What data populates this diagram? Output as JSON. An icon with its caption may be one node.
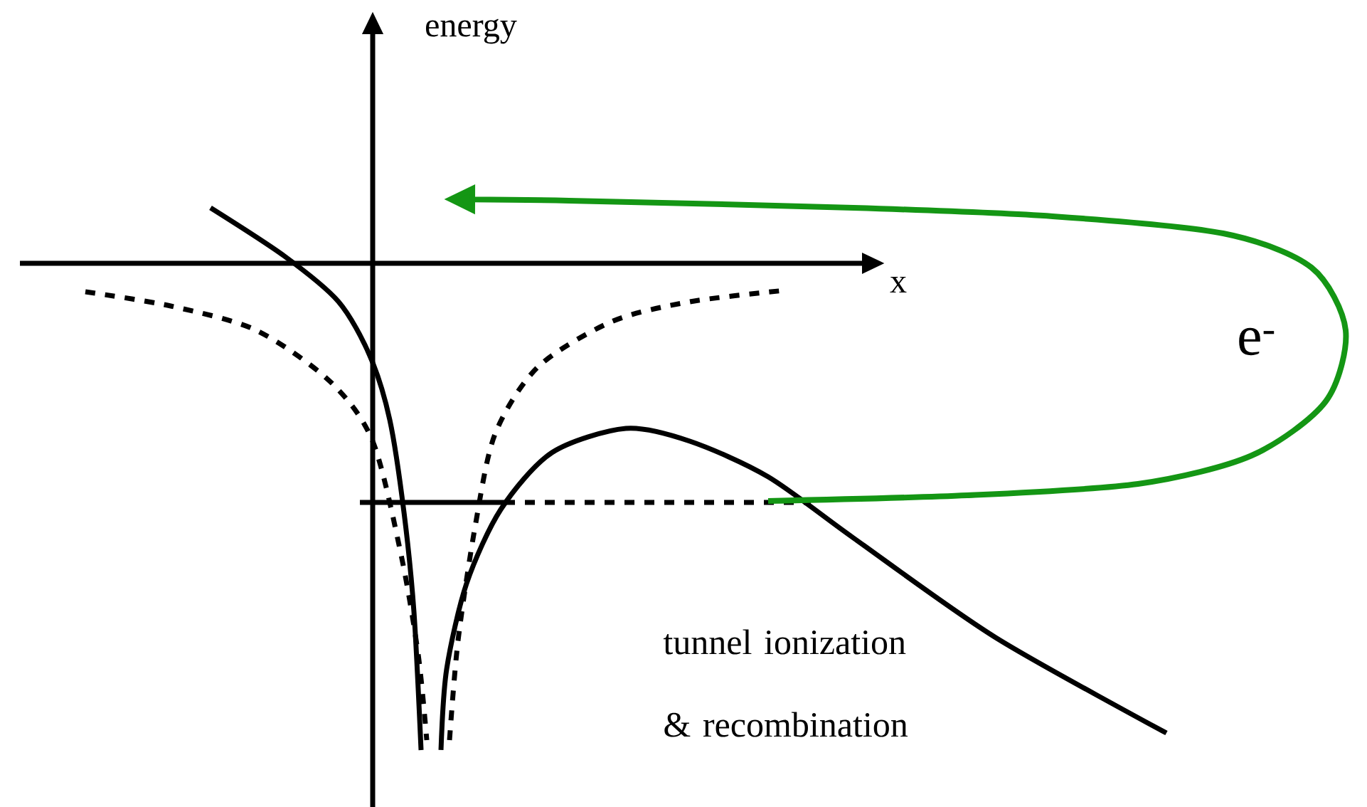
{
  "diagram": {
    "labels": [
      "energy",
      "x",
      "e$^{-}$",
      "tunnel ionization & recombination"
    ]
  }
}
